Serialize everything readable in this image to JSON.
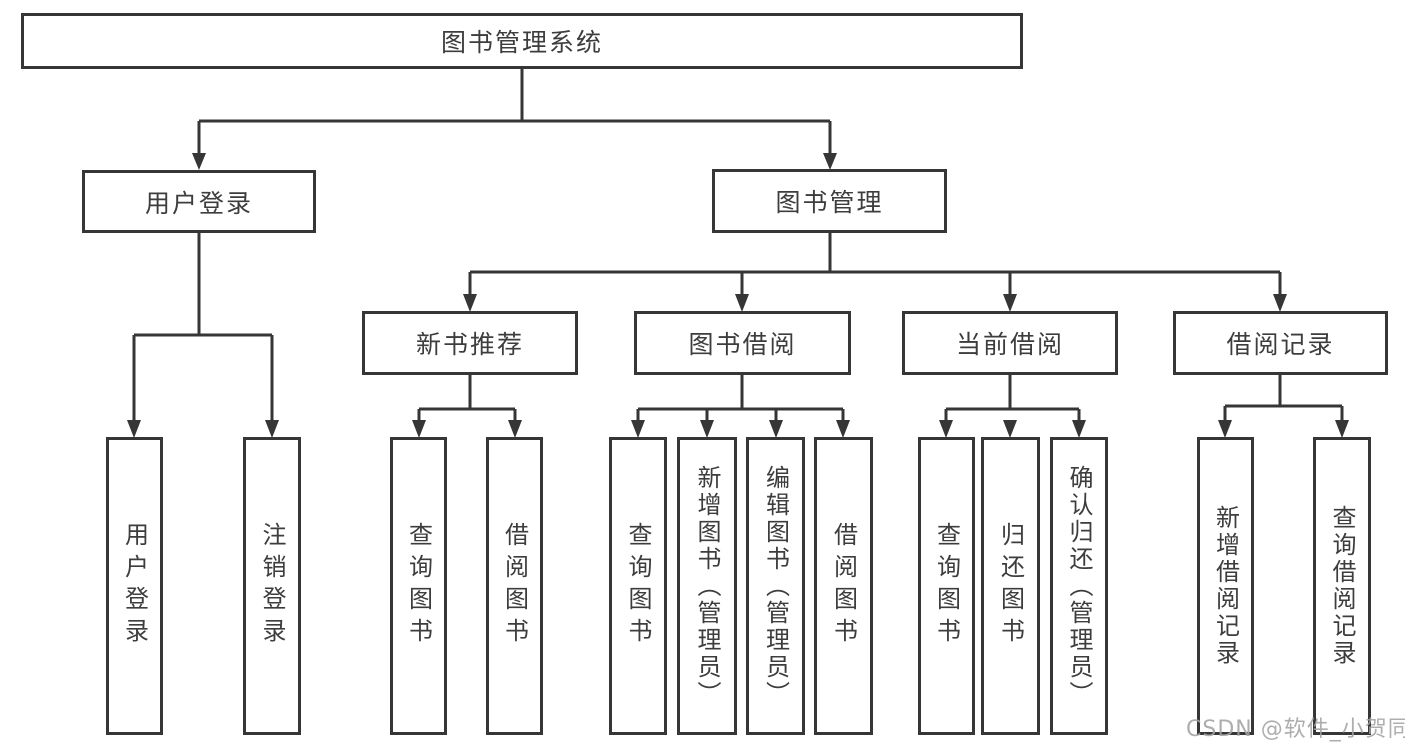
{
  "diagram_title": "图书管理系统",
  "tree": {
    "label": "图书管理系统",
    "children": [
      {
        "label": "用户登录",
        "children": [
          {
            "label": "用户登录"
          },
          {
            "label": "注销登录"
          }
        ]
      },
      {
        "label": "图书管理",
        "children": [
          {
            "label": "新书推荐",
            "children": [
              {
                "label": "查询图书"
              },
              {
                "label": "借阅图书"
              }
            ]
          },
          {
            "label": "图书借阅",
            "children": [
              {
                "label": "查询图书"
              },
              {
                "label": "新增图书（管理员）"
              },
              {
                "label": "编辑图书（管理员）"
              },
              {
                "label": "借阅图书"
              }
            ]
          },
          {
            "label": "当前借阅",
            "children": [
              {
                "label": "查询图书"
              },
              {
                "label": "归还图书"
              },
              {
                "label": "确认归还（管理员）"
              }
            ]
          },
          {
            "label": "借阅记录",
            "children": [
              {
                "label": "新增借阅记录"
              },
              {
                "label": "查询借阅记录"
              }
            ]
          }
        ]
      }
    ]
  },
  "colors": {
    "line": "#363636",
    "text": "#3d3d3d",
    "watermark": "#a3a3a3",
    "background": "#ffffff"
  },
  "watermark": "CSDN @软件_小贺同学"
}
